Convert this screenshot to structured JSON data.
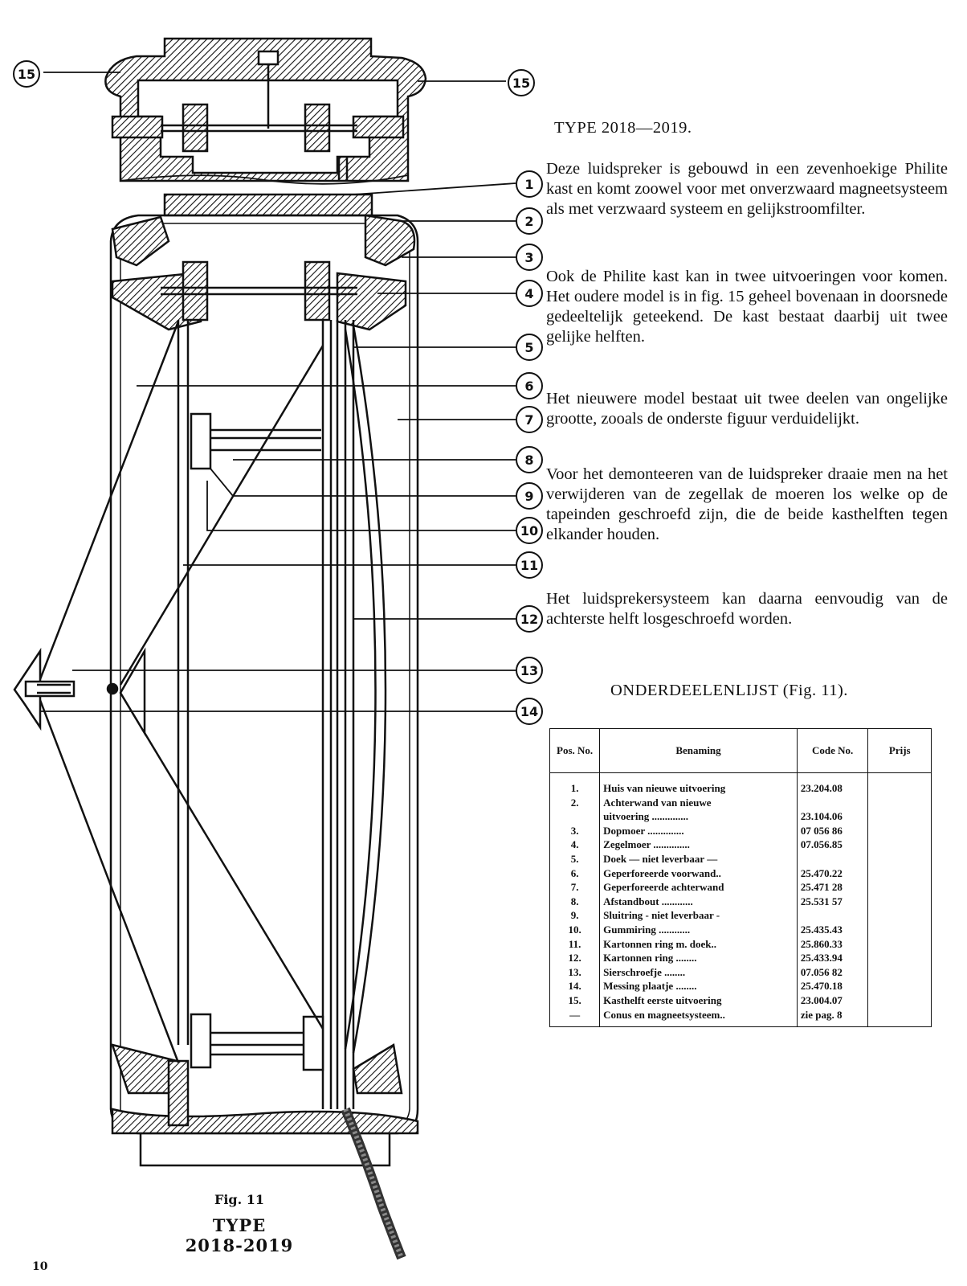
{
  "figure": {
    "label": "Fig. 11",
    "type_caption": "TYPE 2018-2019",
    "callouts": [
      "15",
      "15",
      "1",
      "2",
      "3",
      "4",
      "5",
      "6",
      "7",
      "8",
      "9",
      "10",
      "11",
      "12",
      "13",
      "14"
    ]
  },
  "page_number": "10",
  "heading": "TYPE 2018—2019.",
  "paragraphs": [
    "Deze luidspreker is gebouwd in een zevenhoekige Philite kast en komt zoowel voor met onverzwaard magneetsysteem als met verzwaard systeem en gelijkstroomfilter.",
    "Ook de Philite kast kan in twee uitvoeringen voor komen. Het oudere model is in fig. 15 geheel bovenaan in doorsnede gedeeltelijk geteekend. De kast bestaat daarbij uit twee gelijke helften.",
    "Het nieuwere model bestaat uit twee deelen van ongelijke grootte, zooals de onderste figuur verduidelijkt.",
    "Voor het demonteeren van de luidspreker draaie men na het verwijderen van de zegellak de moeren los welke op de tapeinden geschroefd zijn, die de beide kasthelften tegen elkander houden.",
    "Het luidsprekersysteem kan daarna eenvoudig van de achterste helft losgeschroefd worden."
  ],
  "parts_list": {
    "title": "ONDERDEELENLIJST (Fig. 11).",
    "headers": {
      "pos": "Pos. No.",
      "name": "Benaming",
      "code": "Code No.",
      "price": "Prijs"
    },
    "rows": [
      {
        "pos": "1.",
        "name": "Huis van nieuwe uitvoering",
        "code": "23.204.08",
        "price": ""
      },
      {
        "pos": "2.",
        "name": "Achterwand van nieuwe",
        "code": "",
        "price": ""
      },
      {
        "pos": "",
        "name": "uitvoering ..............",
        "code": "23.104.06",
        "price": ""
      },
      {
        "pos": "3.",
        "name": "Dopmoer ..............",
        "code": "07 056 86",
        "price": ""
      },
      {
        "pos": "4.",
        "name": "Zegelmoer ..............",
        "code": "07.056.85",
        "price": ""
      },
      {
        "pos": "5.",
        "name": "Doek — niet leverbaar —",
        "code": "",
        "price": ""
      },
      {
        "pos": "6.",
        "name": "Geperforeerde voorwand..",
        "code": "25.470.22",
        "price": ""
      },
      {
        "pos": "7.",
        "name": "Geperforeerde achterwand",
        "code": "25.471 28",
        "price": ""
      },
      {
        "pos": "8.",
        "name": "Afstandbout ............",
        "code": "25.531 57",
        "price": ""
      },
      {
        "pos": "9.",
        "name": "Sluitring - niet leverbaar -",
        "code": "",
        "price": ""
      },
      {
        "pos": "10.",
        "name": "Gummiring ............",
        "code": "25.435.43",
        "price": ""
      },
      {
        "pos": "11.",
        "name": "Kartonnen ring m. doek..",
        "code": "25.860.33",
        "price": ""
      },
      {
        "pos": "12.",
        "name": "Kartonnen ring ........",
        "code": "25.433.94",
        "price": ""
      },
      {
        "pos": "13.",
        "name": "Sierschroefje ........",
        "code": "07.056 82",
        "price": ""
      },
      {
        "pos": "14.",
        "name": "Messing plaatje ........",
        "code": "25.470.18",
        "price": ""
      },
      {
        "pos": "15.",
        "name": "Kasthelft eerste uitvoering",
        "code": "23.004.07",
        "price": ""
      },
      {
        "pos": "—",
        "name": "Conus en magneetsysteem..",
        "code": "zie pag. 8",
        "price": ""
      }
    ]
  }
}
